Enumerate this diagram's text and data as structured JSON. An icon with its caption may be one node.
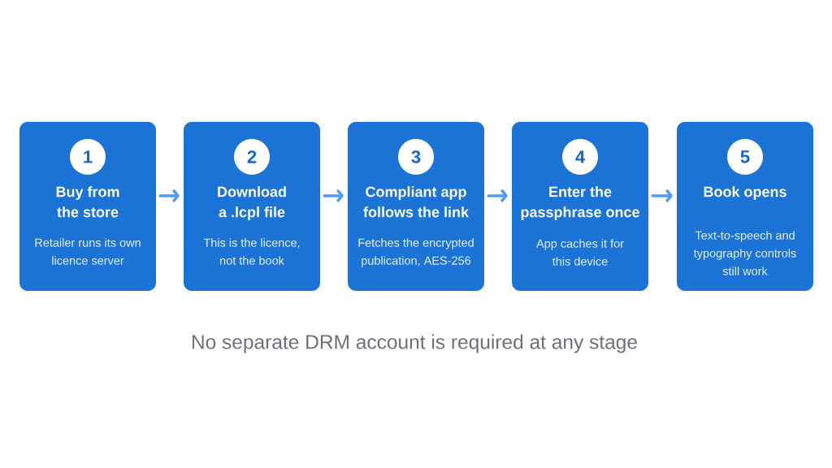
{
  "diagram": {
    "nodes": [
      {
        "text": [
          "1",
          "Buy from the store",
          "Retailer runs its own licence server"
        ]
      },
      {
        "text": [
          "2",
          "Download a .lcpl file",
          "This is the licence, not the book"
        ]
      },
      {
        "text": [
          "3",
          "Compliant app follows the link",
          "Fetches the encrypted publication, AES-256"
        ]
      },
      {
        "text": [
          "4",
          "Enter the passphrase once",
          "App caches it for this device"
        ]
      },
      {
        "text": [
          "5",
          "Book opens",
          "Text-to-speech and typography controls still work"
        ]
      }
    ],
    "edges": [
      {
        "from": 0,
        "to": 1,
        "arrow": "to"
      },
      {
        "from": 1,
        "to": 2,
        "arrow": "to"
      },
      {
        "from": 2,
        "to": 3,
        "arrow": "to"
      },
      {
        "from": 3,
        "to": 4,
        "arrow": "to"
      }
    ],
    "caption": "No separate DRM account is required at any stage"
  }
}
